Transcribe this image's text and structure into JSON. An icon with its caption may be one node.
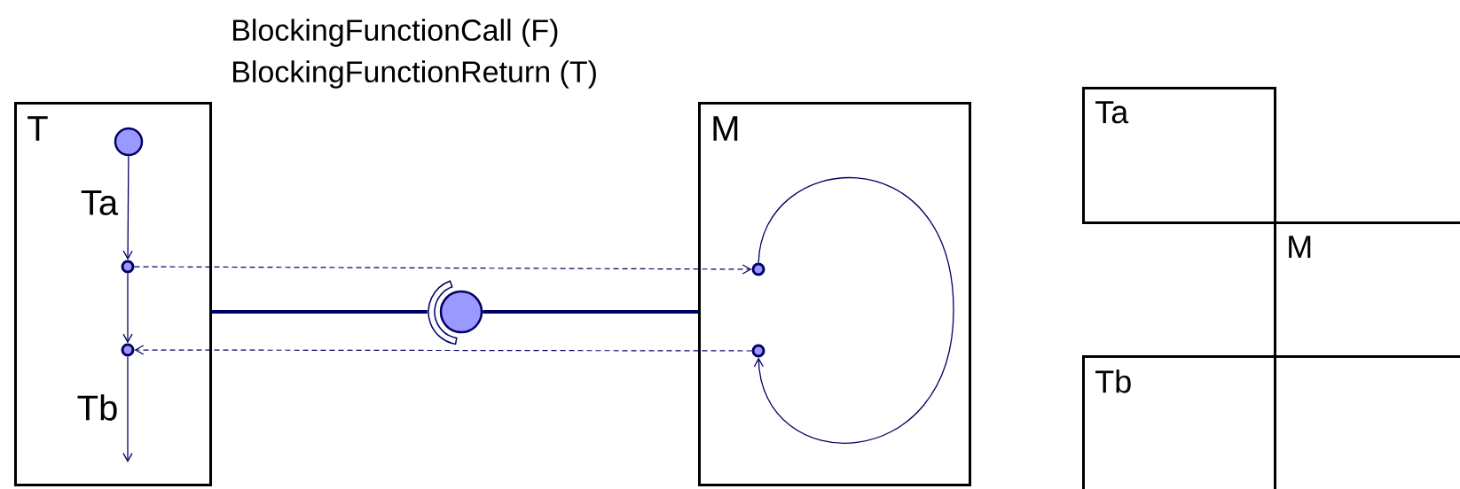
{
  "diagram": {
    "nodes": [
      {
        "text": [
          "T"
        ]
      },
      {
        "text": [],
        "shape": "circle",
        "in": 0
      },
      {
        "text": [],
        "shape": "circle",
        "in": 0
      },
      {
        "text": [],
        "shape": "circle",
        "in": 0
      },
      {
        "text": [
          "M"
        ]
      },
      {
        "text": [],
        "shape": "circle",
        "in": 4
      },
      {
        "text": [],
        "shape": "circle",
        "in": 4
      },
      {
        "text": [],
        "shape": "circle"
      },
      {
        "text": [
          "Ta"
        ]
      },
      {
        "text": [
          "M"
        ]
      },
      {
        "text": [
          "Tb"
        ]
      }
    ],
    "edges": [
      {
        "from": 1,
        "to": 2,
        "arrow": "to",
        "label": "Ta"
      },
      {
        "from": 2,
        "to": 3,
        "arrow": "to"
      },
      {
        "from": 3,
        "to": null,
        "arrow": "to",
        "label": "Tb"
      },
      {
        "from": 2,
        "to": 5,
        "arrow": "to",
        "style": "dashed"
      },
      {
        "from": 6,
        "to": 3,
        "arrow": "to",
        "style": "dashed"
      },
      {
        "from": 5,
        "to": 6,
        "arrow": "to"
      },
      {
        "from": 0,
        "to": 7,
        "arrow": "none",
        "style": "thick"
      },
      {
        "from": 7,
        "to": 4,
        "arrow": "none",
        "style": "thick"
      }
    ],
    "labels": [
      "BlockingFunctionCall (F)",
      "BlockingFunctionReturn (T)"
    ]
  }
}
